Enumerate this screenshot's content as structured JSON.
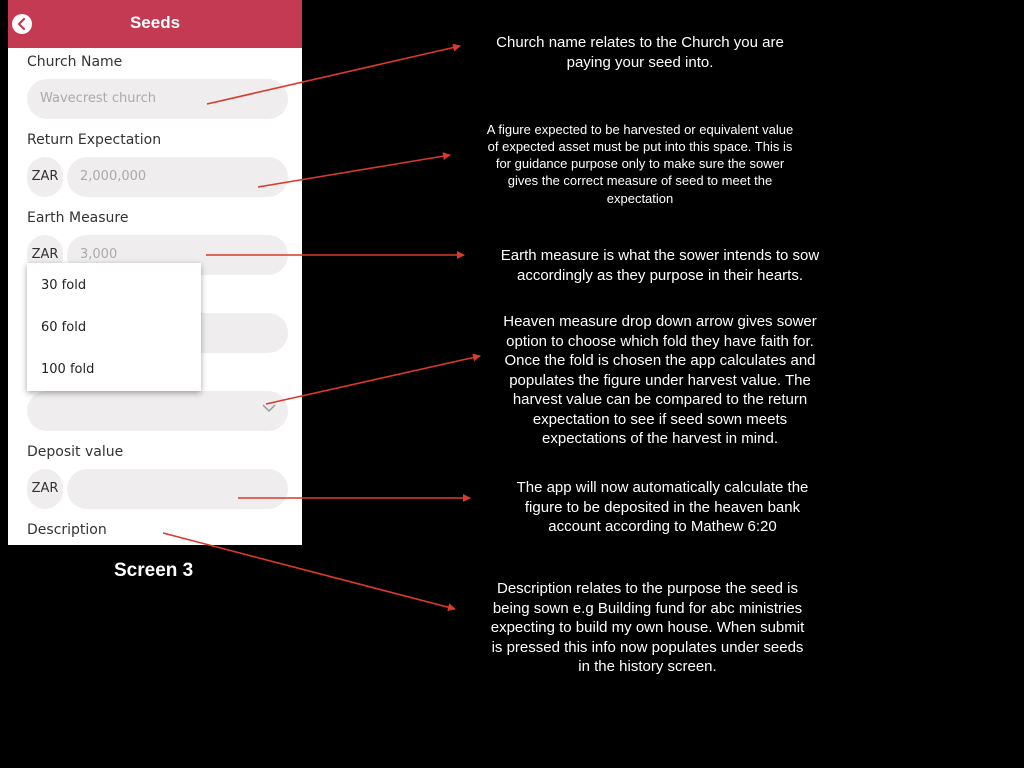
{
  "app": {
    "title": "Seeds",
    "back_icon": "chevron-left-icon",
    "accent_color": "#c53a53"
  },
  "form": {
    "church_name_label": "Church Name",
    "church_name_placeholder": "Wavecrest church",
    "return_expectation_label": "Return Expectation",
    "return_expectation_currency": "ZAR",
    "return_expectation_placeholder": "2,000,000",
    "earth_measure_label": "Earth Measure",
    "earth_measure_currency": "ZAR",
    "earth_measure_placeholder": "3,000",
    "fold_options": [
      "30 fold",
      "60 fold",
      "100 fold"
    ],
    "deposit_value_label": "Deposit value",
    "deposit_value_currency": "ZAR",
    "description_label": "Description"
  },
  "screen_label": "Screen 3",
  "annotations": [
    {
      "lines": [
        "Church name relates to the Church you are",
        "paying your seed into."
      ]
    },
    {
      "lines": [
        "A figure expected to be harvested or equivalent value",
        "of expected asset must be put into this space. This is",
        "for guidance purpose only to make sure the sower",
        "gives the correct measure of seed to meet the",
        "expectation"
      ]
    },
    {
      "lines": [
        "Earth measure is what the sower intends to sow",
        "accordingly as they purpose in their hearts."
      ]
    },
    {
      "lines": [
        "Heaven measure drop down arrow gives sower",
        "option to choose which fold they have faith for.",
        "Once the fold is chosen the app calculates and",
        "populates the figure under harvest value. The",
        "harvest value can be compared to the  return",
        "expectation to see if seed sown meets",
        "expectations of the harvest in mind."
      ]
    },
    {
      "lines": [
        "The app will now automatically calculate the",
        "figure to be deposited in the heaven bank",
        "account according to Mathew 6:20"
      ]
    },
    {
      "lines": [
        "Description relates to the purpose the seed is",
        "being sown e.g Building fund for abc ministries",
        "expecting to build my own house. When submit",
        "is pressed this info now populates under seeds",
        "in the history screen."
      ]
    }
  ]
}
